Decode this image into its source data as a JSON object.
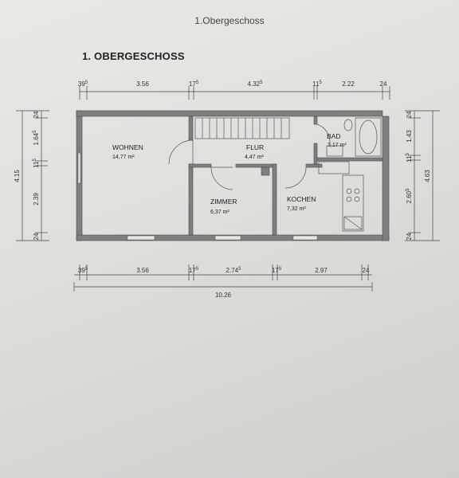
{
  "header": {
    "page_title": "1.Obergeschoss"
  },
  "plan": {
    "title": "1. OBERGESCHOSS",
    "rooms": [
      {
        "name": "WOHNEN",
        "area": "14,77 m²"
      },
      {
        "name": "FLUR",
        "area": "4,47 m²"
      },
      {
        "name": "BAD",
        "area": "3,17 m²"
      },
      {
        "name": "ZIMMER",
        "area": "6,37 m²"
      },
      {
        "name": "KOCHEN",
        "area": "7,32 m²"
      }
    ],
    "top_dims": [
      {
        "v": "39",
        "s": "5"
      },
      {
        "v": "3.56",
        "s": ""
      },
      {
        "v": "17",
        "s": "5"
      },
      {
        "v": "4.32",
        "s": "5"
      },
      {
        "v": "11",
        "s": "5"
      },
      {
        "v": "2.22",
        "s": ""
      },
      {
        "v": "24",
        "s": ""
      }
    ],
    "bottom_dims": [
      {
        "v": "39",
        "s": "5"
      },
      {
        "v": "3.56",
        "s": ""
      },
      {
        "v": "17",
        "s": "5"
      },
      {
        "v": "2.74",
        "s": "5"
      },
      {
        "v": "17",
        "s": "5"
      },
      {
        "v": "2.97",
        "s": ""
      },
      {
        "v": "24",
        "s": ""
      }
    ],
    "total_width": "10.26",
    "left_dims": [
      {
        "v": "24",
        "s": ""
      },
      {
        "v": "1.64",
        "s": "5"
      },
      {
        "v": "11",
        "s": "5"
      },
      {
        "v": "2.39",
        "s": ""
      },
      {
        "v": "24",
        "s": ""
      }
    ],
    "left_total": "4.15",
    "right_dims": [
      {
        "v": "24",
        "s": ""
      },
      {
        "v": "1.43",
        "s": ""
      },
      {
        "v": "11",
        "s": "5"
      },
      {
        "v": "2.60",
        "s": "5"
      },
      {
        "v": "24",
        "s": ""
      }
    ],
    "right_total": "4.63"
  }
}
